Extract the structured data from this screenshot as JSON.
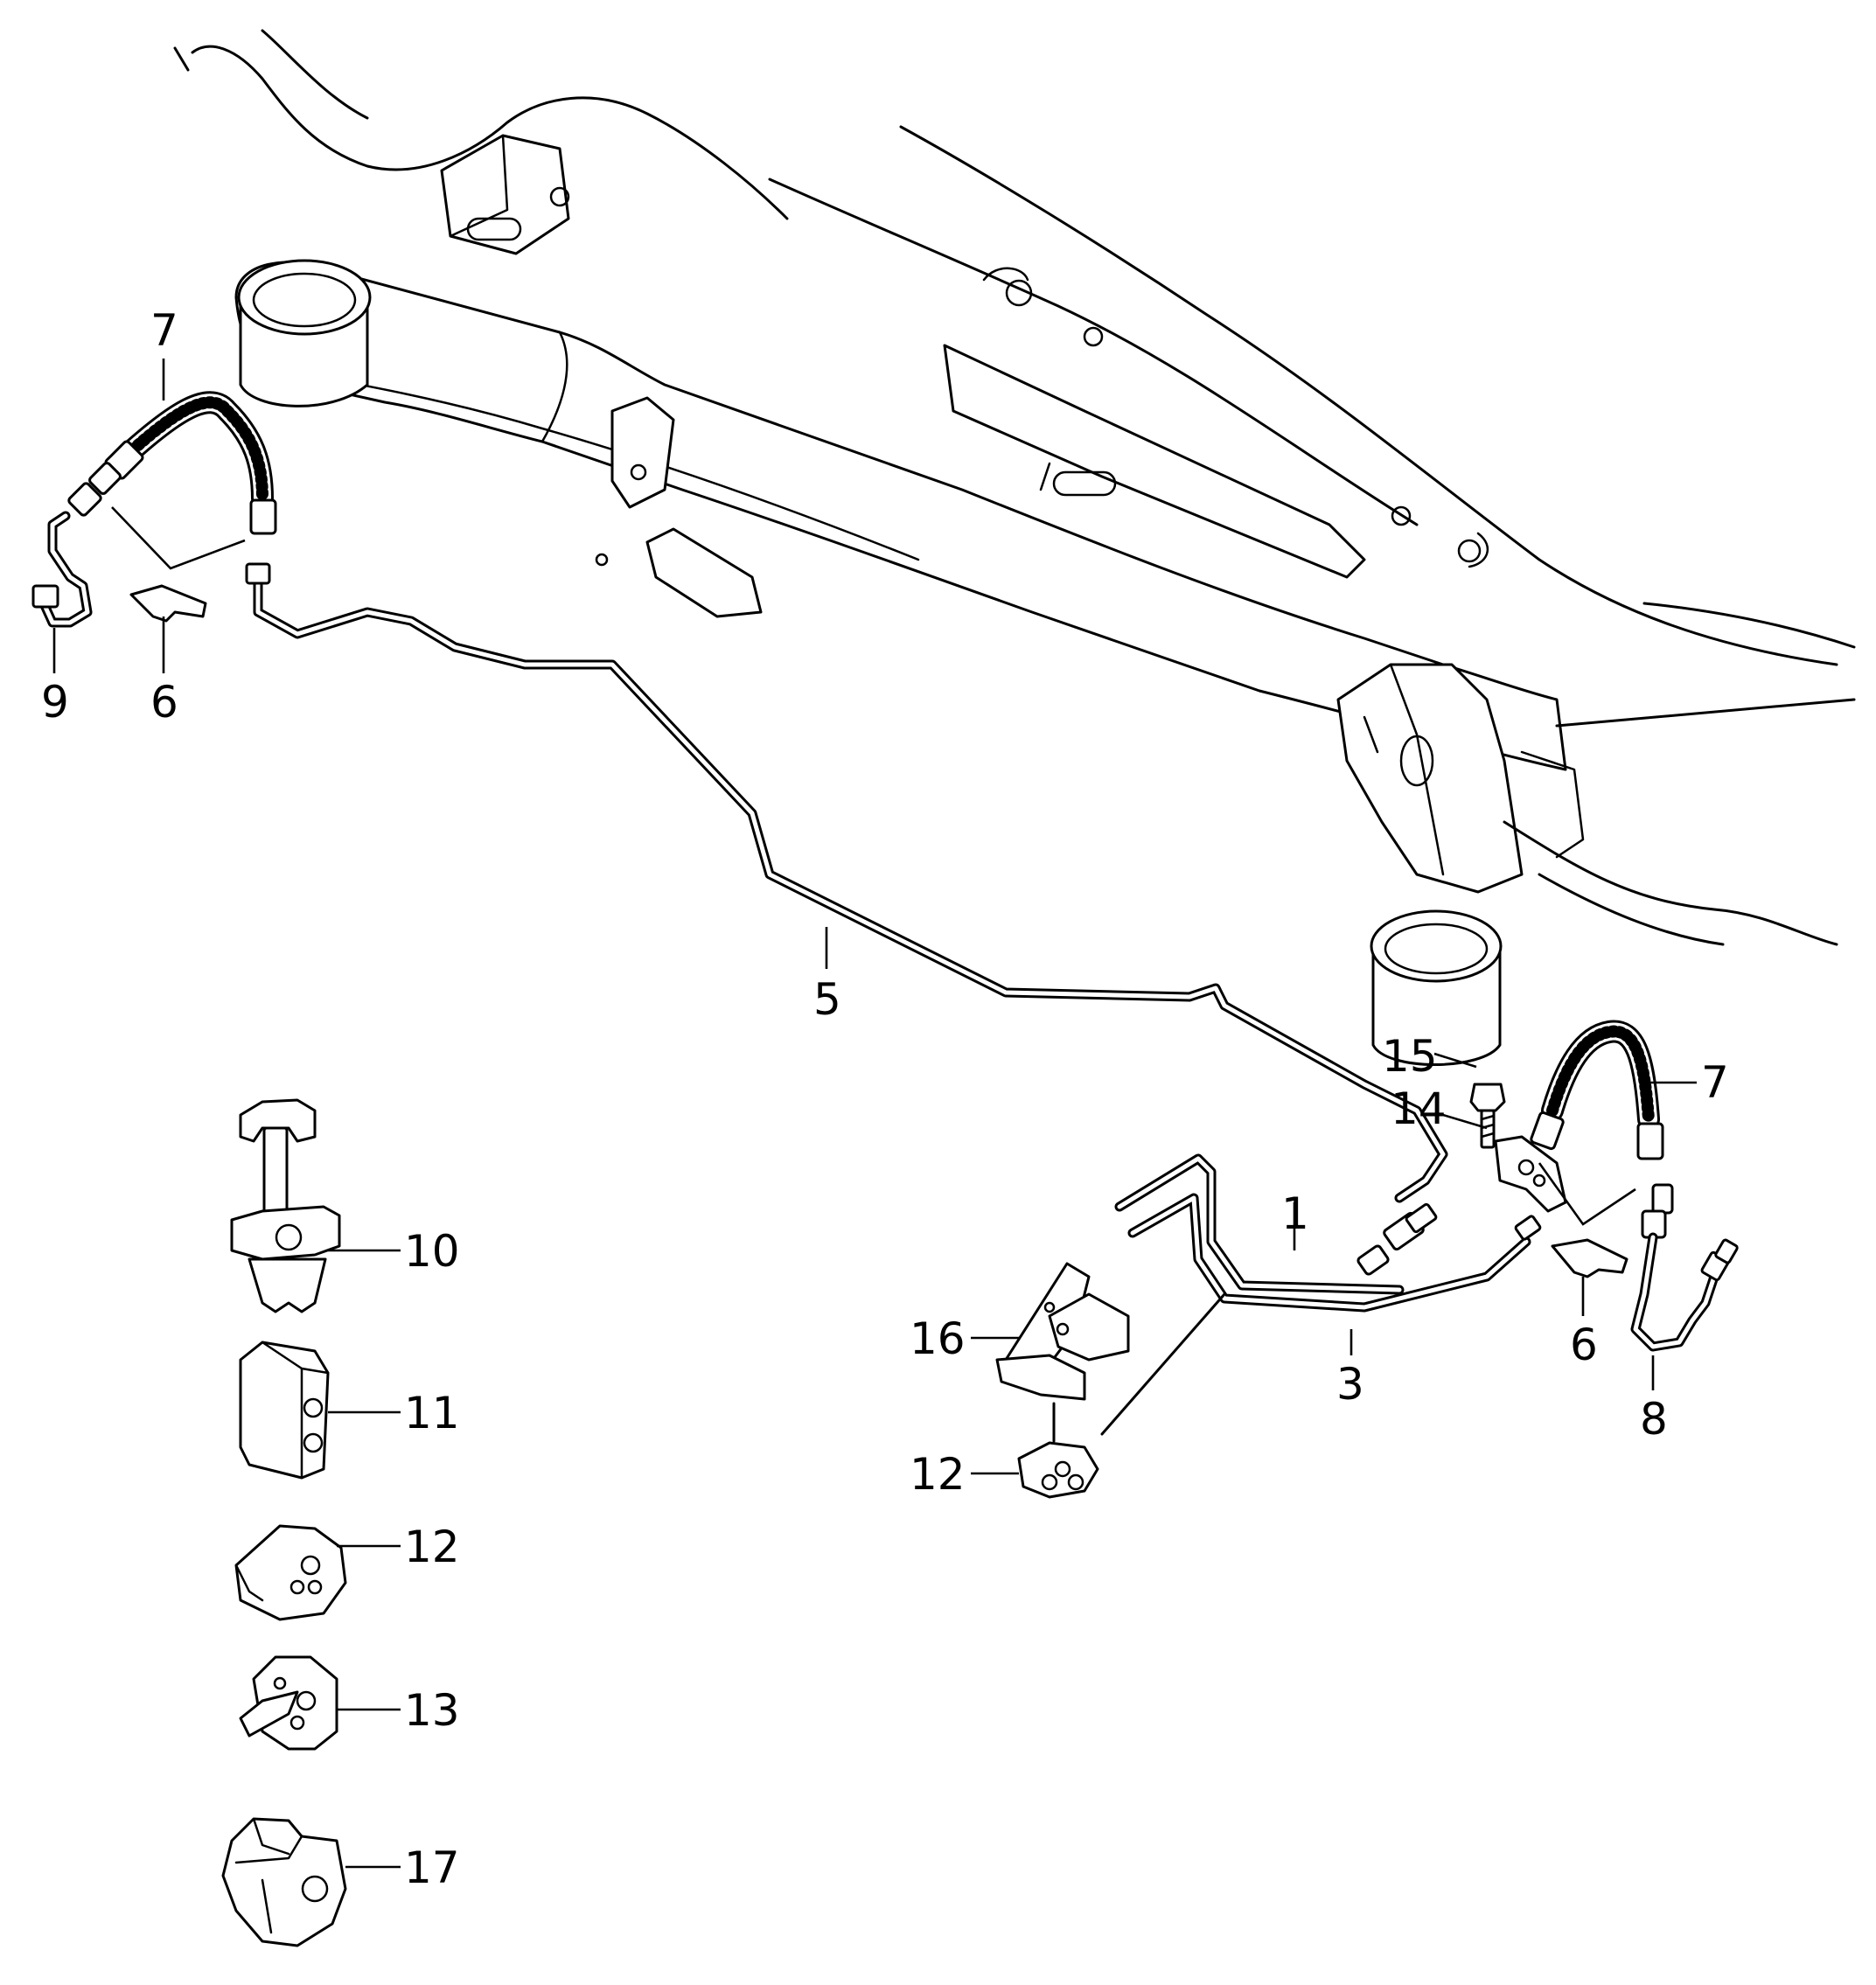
{
  "diagram": {
    "type": "exploded parts diagram",
    "callouts": {
      "c1": "1",
      "c3": "3",
      "c5": "5",
      "c6a": "6",
      "c6b": "6",
      "c7a": "7",
      "c7b": "7",
      "c8": "8",
      "c9": "9",
      "c10": "10",
      "c11": "11",
      "c12a": "12",
      "c12b": "12",
      "c13": "13",
      "c14": "14",
      "c15": "15",
      "c16": "16",
      "c17": "17"
    }
  }
}
